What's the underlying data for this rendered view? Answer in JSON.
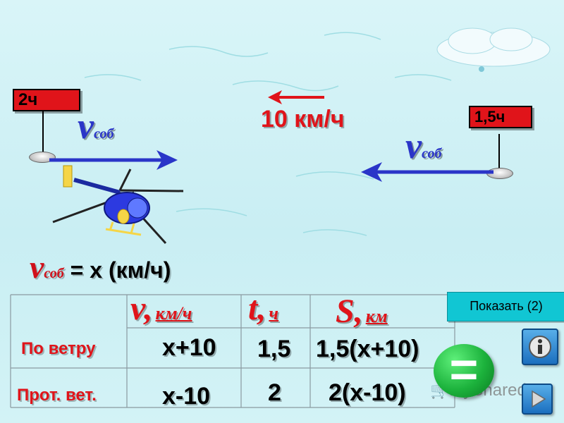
{
  "left_flag": {
    "label": "2ч"
  },
  "right_flag": {
    "label": "1,5ч"
  },
  "left_velocity": {
    "symbol": "v",
    "subscript": "соб"
  },
  "right_velocity": {
    "symbol": "v",
    "subscript": "соб"
  },
  "wind_speed": {
    "label": "10 км/ч"
  },
  "equation": {
    "symbol": "v",
    "subscript": "соб",
    "rest": "= х (км/ч)"
  },
  "table": {
    "headers": {
      "speed": {
        "symbol": "v,",
        "unit": "км/ч"
      },
      "time": {
        "symbol": "t,",
        "unit": "ч"
      },
      "distance": {
        "symbol": "S,",
        "unit": "км"
      }
    },
    "rows": [
      {
        "label": "По ветру",
        "speed": "х+10",
        "time": "1,5",
        "distance": "1,5(х+10)"
      },
      {
        "label": "Прот. вет.",
        "speed": "х-10",
        "time": "2",
        "distance": "2(х-10)"
      }
    ]
  },
  "controls": {
    "show_button": "Показать (2)",
    "equals_button": "=",
    "info_icon": "info-icon",
    "next_icon": "play-next-icon"
  },
  "watermark": {
    "text": "MyShared"
  },
  "colors": {
    "accent_red": "#e0141a",
    "arrow_blue": "#2a35c8",
    "button_cyan": "#11c6d3",
    "equals_green": "#1cb23c"
  }
}
